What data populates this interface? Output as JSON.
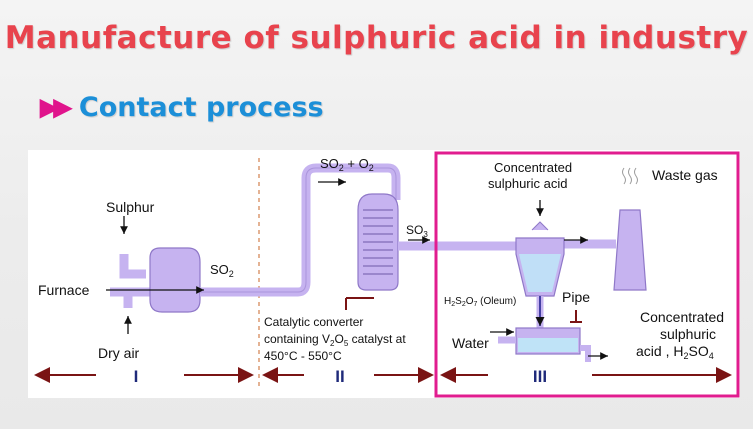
{
  "slide": {
    "title": "Manufacture of sulphuric acid in industry",
    "subtitle": "Contact process",
    "bullet_icon": "double-chevron-right-icon"
  },
  "diagram": {
    "labels": {
      "sulphur": "Sulphur",
      "furnace": "Furnace",
      "dry_air": "Dry air",
      "so2": "SO",
      "so2_sub": "2",
      "so2_o2": "SO",
      "so2_o2_sub1": "2",
      "so2_o2_plus": " + O",
      "so2_o2_sub2": "2",
      "so3": "SO",
      "so3_sub": "3",
      "catalytic_1": "Catalytic converter",
      "catalytic_2": "containing V",
      "catalytic_2_sub1": "2",
      "catalytic_2_mid": "O",
      "catalytic_2_sub2": "5",
      "catalytic_2_end": " catalyst at",
      "catalytic_3": "450°C - 550°C",
      "conc_acid_1": "Concentrated",
      "conc_acid_2": "sulphuric acid",
      "waste_gas": "Waste gas",
      "oleum_h": "H",
      "oleum_sub1": "2",
      "oleum_s": "S",
      "oleum_sub2": "2",
      "oleum_o": "O",
      "oleum_sub3": "7",
      "oleum_rest": " (Oleum)",
      "pipe": "Pipe",
      "water": "Water",
      "product_1": "Concentrated",
      "product_2": "sulphuric",
      "product_3_a": "acid , H",
      "product_3_sub1": "2",
      "product_3_b": "SO",
      "product_3_sub2": "4"
    },
    "stages": [
      "I",
      "II",
      "III"
    ],
    "colors": {
      "pipe": "#c6b3f0",
      "pipe_stroke": "#8f78c8",
      "highlight_box": "#e11d8f",
      "stage_arrow": "#7a1414",
      "stage_label": "#1f2a7a",
      "divider": "#d2804e",
      "water": "#bfe3f7"
    }
  }
}
